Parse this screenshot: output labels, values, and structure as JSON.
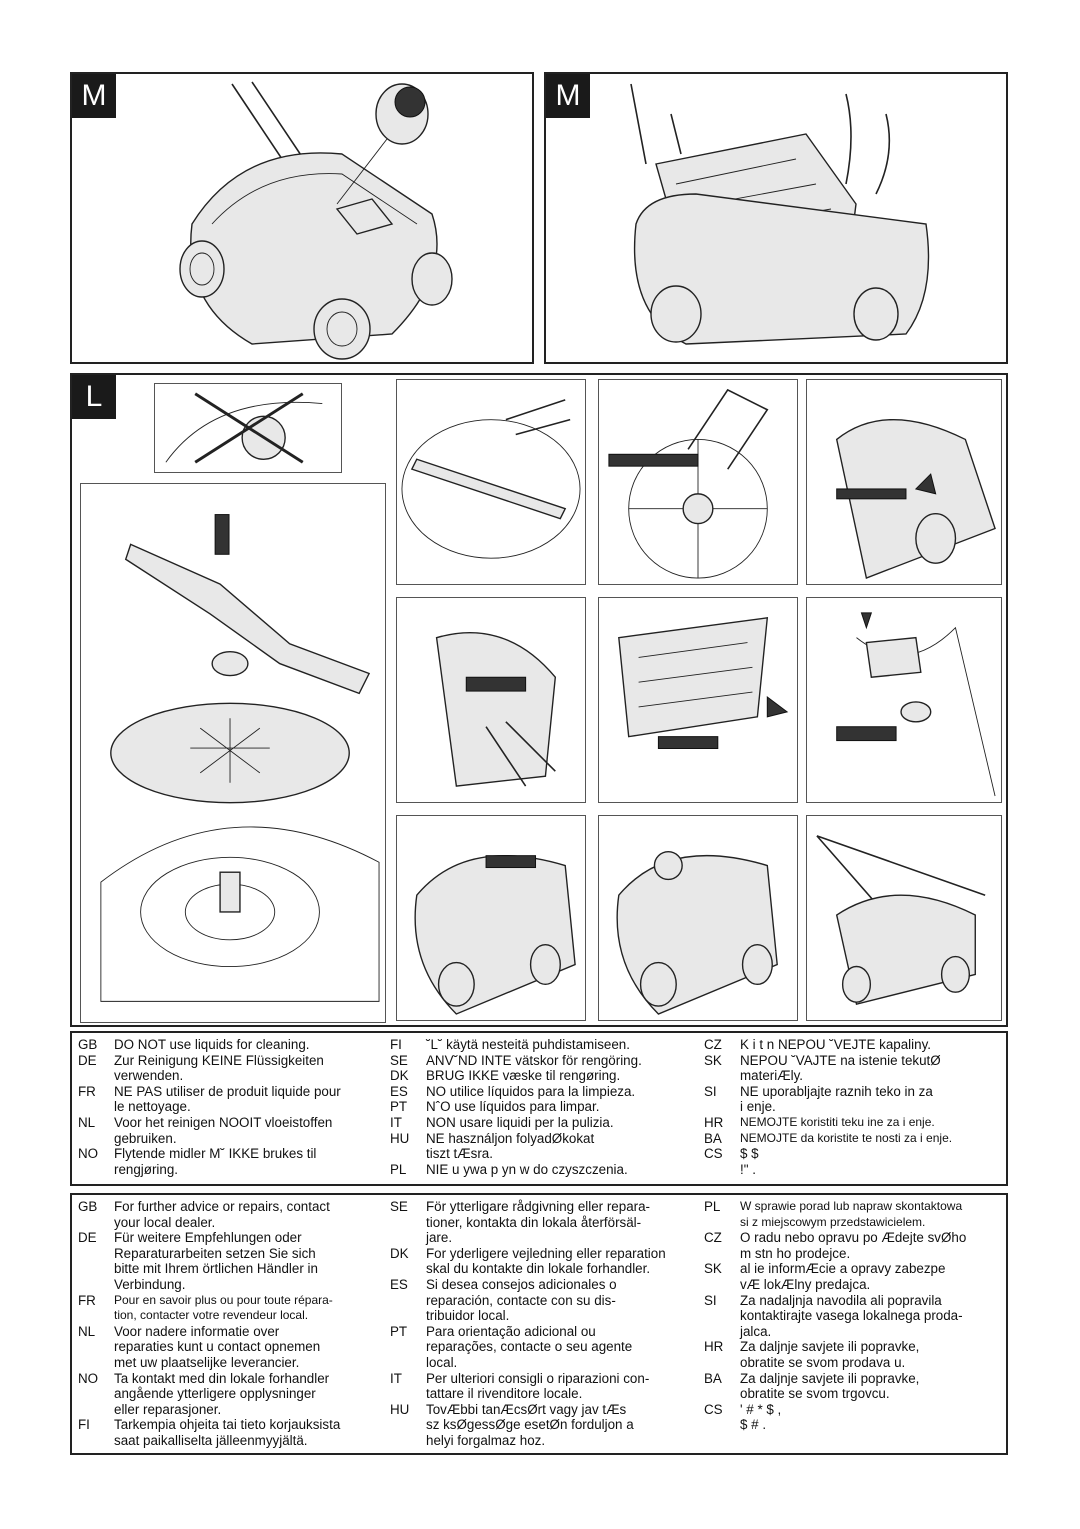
{
  "figures": {
    "top_left_label": "M",
    "top_right_label": "M",
    "middle_label": "L"
  },
  "warning": {
    "col1": [
      {
        "code": "GB",
        "text": "DO NOT use liquids for cleaning."
      },
      {
        "code": "DE",
        "text": "Zur Reinigung KEINE Flüssigkeiten\nverwenden."
      },
      {
        "code": "FR",
        "text": "NE PAS utiliser de produit liquide pour\nle nettoyage."
      },
      {
        "code": "NL",
        "text": "Voor het reinigen NOOIT vloeistoffen\ngebruiken."
      },
      {
        "code": "NO",
        "text": "Flytende midler M˘ IKKE  brukes til\nrengjøring."
      }
    ],
    "col2": [
      {
        "code": "FI",
        "text": "˘L˘  käytä nesteitä puhdistamiseen."
      },
      {
        "code": "SE",
        "text": "ANV˘ND INTE  vätskor för rengöring."
      },
      {
        "code": "DK",
        "text": "BRUG IKKE  væske til rengøring."
      },
      {
        "code": "ES",
        "text": "NO utilice líquidos para la limpieza."
      },
      {
        "code": "PT",
        "text": "NˆO  use líquidos para limpar."
      },
      {
        "code": "IT",
        "text": "NON usare liquidi per la pulizia."
      },
      {
        "code": "HU",
        "text": "NE használjon folyadØkokat\ntiszt tÆsra."
      },
      {
        "code": "PL",
        "text": "NIE u ywa  p yn w do czyszczenia."
      }
    ],
    "col3": [
      {
        "code": "CZ",
        "text": "K i t n    NEPOU ˘VEJTE  kapaliny."
      },
      {
        "code": "SK",
        "text": "NEPOU ˘VAJTE  na  istenie tekutØ\nmateriÆly."
      },
      {
        "code": "SI",
        "text": "NE uporabljajte raznih teko in za\n  i enje."
      },
      {
        "code": "HR",
        "text": "NEMOJTE koristiti teku ine za  i enje."
      },
      {
        "code": "BA",
        "text": "NEMOJTE  da koristite te nosti za  i enje."
      },
      {
        "code": "CS",
        "text": "                   $          $\n      !\"   ."
      }
    ]
  },
  "advice": {
    "col1": [
      {
        "code": "GB",
        "text": "For further advice or repairs, contact\nyour local dealer."
      },
      {
        "code": "DE",
        "text": "Für weitere Empfehlungen oder\nReparaturarbeiten setzen Sie sich\nbitte mit Ihrem örtlichen Händler in\nVerbindung."
      },
      {
        "code": "FR",
        "text": "Pour en savoir plus ou pour toute répara-\ntion, contacter votre revendeur local."
      },
      {
        "code": "NL",
        "text": "Voor nadere informatie over\nreparaties kunt u contact opnemen\nmet uw plaatselijke leverancier."
      },
      {
        "code": "NO",
        "text": "Ta kontakt med din lokale forhandler\nangående ytterligere opplysninger\neller reparasjoner."
      },
      {
        "code": "FI",
        "text": "Tarkempia ohjeita tai tieto korjauksista\nsaat paikalliselta jälleenmyyjältä."
      }
    ],
    "col2": [
      {
        "code": "SE",
        "text": "För ytterligare rådgivning eller repara-\ntioner, kontakta din lokala återförsäl-\njare."
      },
      {
        "code": "DK",
        "text": "For yderligere vejledning eller reparation\nskal du kontakte din lokale forhandler."
      },
      {
        "code": "ES",
        "text": "Si desea consejos adicionales o\nreparación, contacte con su dis-\ntribuidor local."
      },
      {
        "code": "PT",
        "text": "Para orientação adicional ou\nreparações, contacte o seu agente\nlocal."
      },
      {
        "code": "IT",
        "text": "Per ulteriori consigli o riparazioni con-\ntattare il rivenditore locale."
      },
      {
        "code": "HU",
        "text": "TovÆbbi tanÆcsØrt vagy jav tÆs\nsz ksØgessØge esetØn forduljon a\nhelyi forgalmaz hoz."
      }
    ],
    "col3": [
      {
        "code": "PL",
        "text": "W sprawie porad lub napraw skontaktowa\nsi  z miejscowym przedstawicielem."
      },
      {
        "code": "CZ",
        "text": "O radu nebo opravu po Ædejte svØho\nm stn ho prodejce."
      },
      {
        "code": "SK",
        "text": " al ie informÆcie a opravy zabezpe\nvÆ lokÆlny predajca."
      },
      {
        "code": "SI",
        "text": "Za nadaljnja navodila ali popravila\nkontaktirajte vasega lokalnega proda-\njalca."
      },
      {
        "code": "HR",
        "text": "Za daljnje savjete ili popravke,\nobratite se svom prodava u."
      },
      {
        "code": "BA",
        "text": "Za daljnje savjete ili popravke,\nobratite se svom trgovcu."
      },
      {
        "code": "CS",
        "text": "' # * $                     ,\n         $                #  ."
      }
    ]
  }
}
